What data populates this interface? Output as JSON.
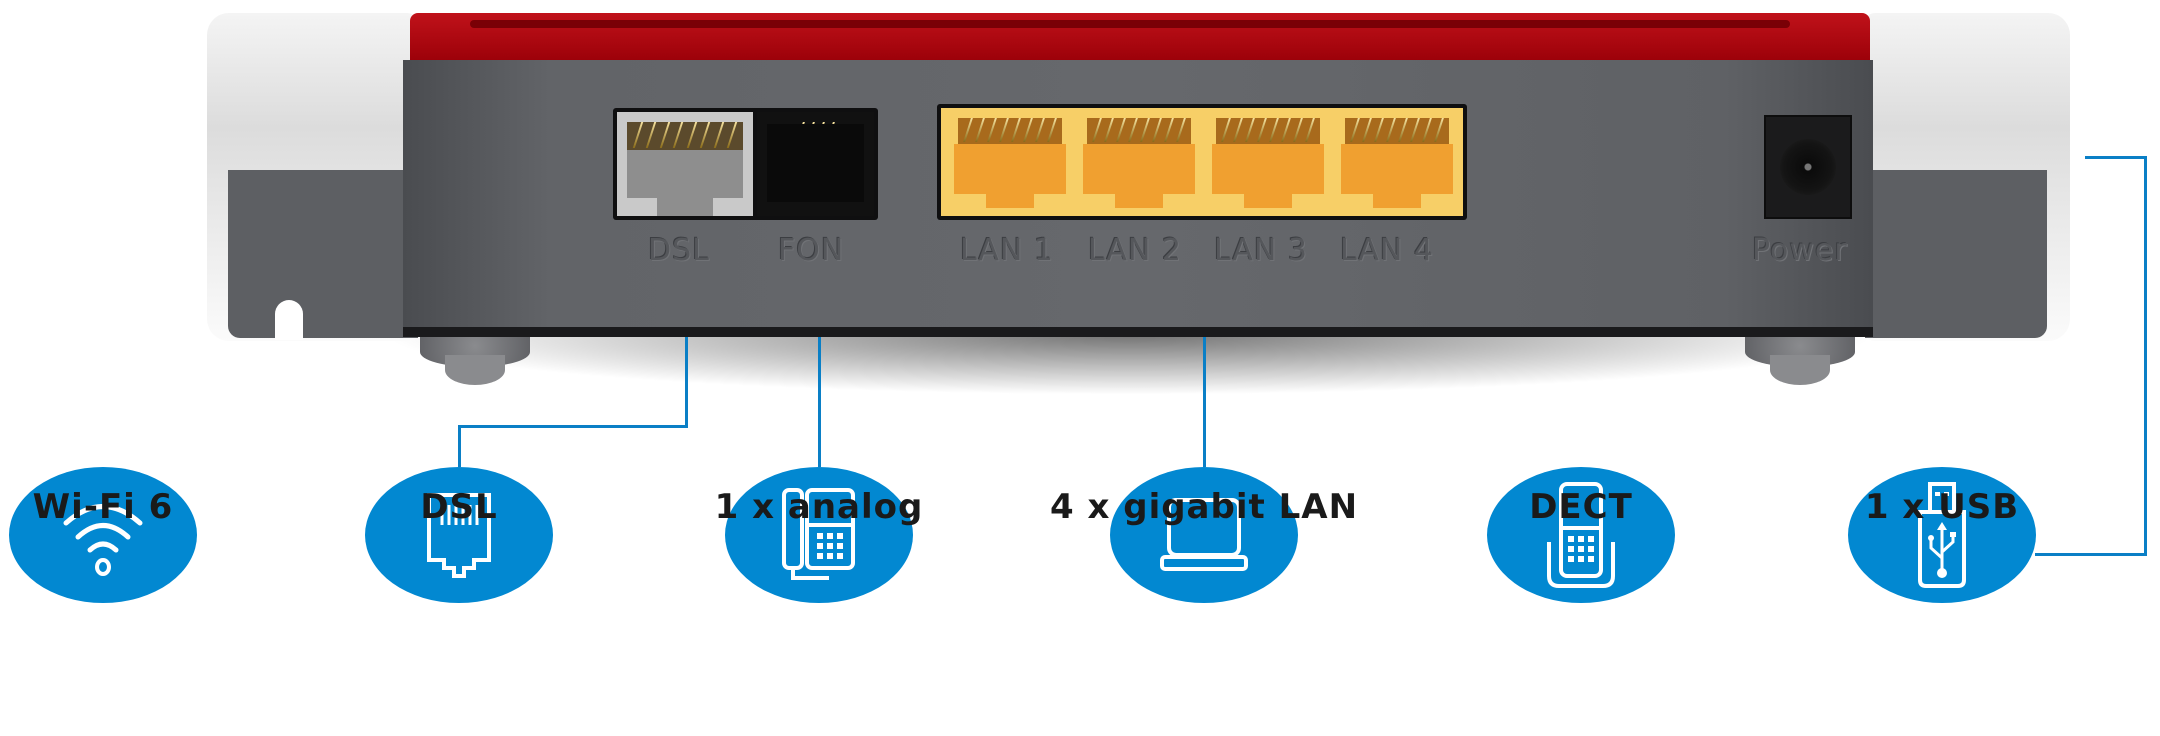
{
  "device": {
    "ports": [
      {
        "id": "dsl",
        "label": "DSL",
        "type": "rj45",
        "color": "#bdbdbd"
      },
      {
        "id": "fon",
        "label": "FON",
        "type": "rj11",
        "color": "#111111"
      },
      {
        "id": "lan1",
        "label": "LAN 1",
        "type": "rj45",
        "color": "#f0a030"
      },
      {
        "id": "lan2",
        "label": "LAN 2",
        "type": "rj45",
        "color": "#f0a030"
      },
      {
        "id": "lan3",
        "label": "LAN 3",
        "type": "rj45",
        "color": "#f0a030"
      },
      {
        "id": "lan4",
        "label": "LAN 4",
        "type": "rj45",
        "color": "#f0a030"
      },
      {
        "id": "power",
        "label": "Power",
        "type": "dc-jack",
        "color": "#1b1b1c"
      }
    ],
    "colors": {
      "top": "#b00010",
      "body": "#626468",
      "caps": "#f2f2f2"
    }
  },
  "features": [
    {
      "icon": "wifi-icon",
      "label": "Wi-Fi 6"
    },
    {
      "icon": "ethernet-port-icon",
      "label": "DSL"
    },
    {
      "icon": "desk-phone-icon",
      "label": "1 x analog"
    },
    {
      "icon": "laptop-icon",
      "label": "4 x gigabit LAN"
    },
    {
      "icon": "cordless-phone-icon",
      "label": "DECT"
    },
    {
      "icon": "usb-stick-icon",
      "label": "1 x USB"
    }
  ],
  "accent_color": "#0288d1"
}
